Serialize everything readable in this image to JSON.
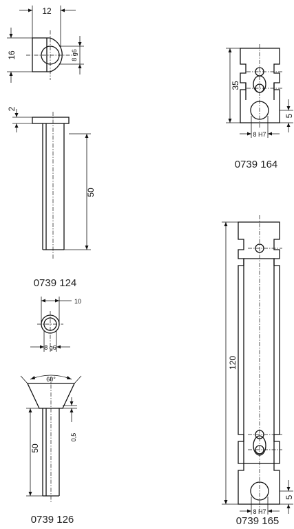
{
  "parts": [
    {
      "id": "0739 124",
      "dims": {
        "width": "12",
        "height": "16",
        "bore": "8 g6",
        "flange": "2",
        "length": "50"
      }
    },
    {
      "id": "0739 126",
      "dims": {
        "outer": "10",
        "bore": "8 g6",
        "cone_angle": "60°",
        "offset": "0,5",
        "length": "50"
      }
    },
    {
      "id": "0739 164",
      "dims": {
        "height": "35",
        "bore": "8 H7",
        "edge": "5"
      }
    },
    {
      "id": "0739 165",
      "dims": {
        "height": "120",
        "bore": "8 H7",
        "edge": "5"
      }
    }
  ]
}
